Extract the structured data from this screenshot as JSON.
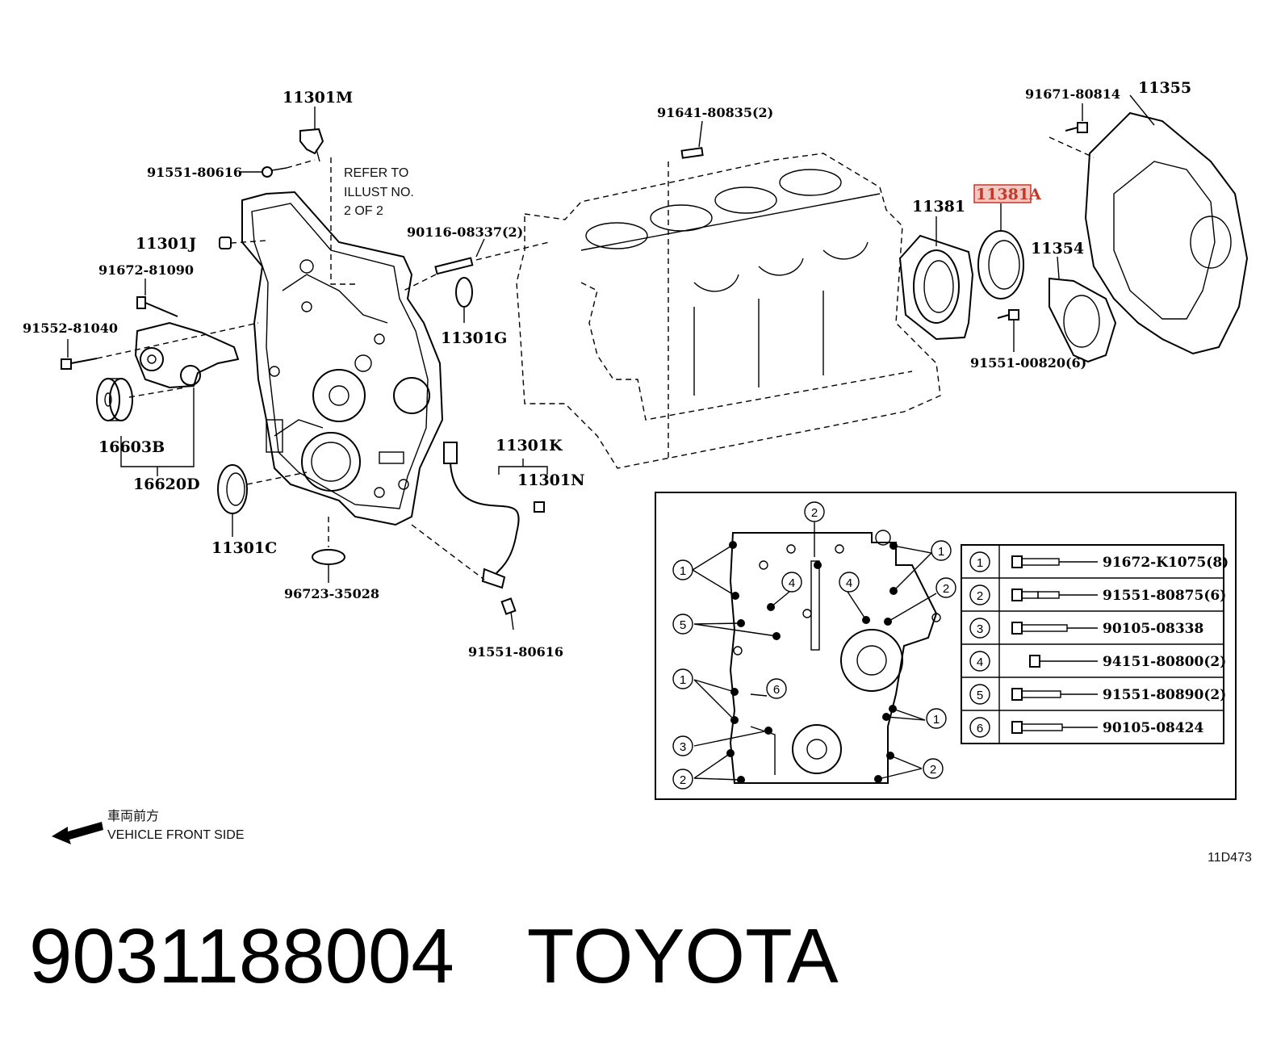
{
  "labels": {
    "p11301M": "11301M",
    "p91551_80616_top": "91551-80616",
    "p11301J": "11301J",
    "p91672_81090": "91672-81090",
    "p91552_81040": "91552-81040",
    "p16603B": "16603B",
    "p16620D": "16620D",
    "p11301C": "11301C",
    "p96723_35028": "96723-35028",
    "p90116_08337": "90116-08337(2)",
    "p11301G": "11301G",
    "p91641_80835": "91641-80835(2)",
    "p11301K": "11301K",
    "p11301N": "11301N",
    "p91551_80616_bot": "91551-80616",
    "p11381": "11381",
    "p11381A": "11381A",
    "p11354": "11354",
    "p91551_00820": "91551-00820(6)",
    "p91671_80814": "91671-80814",
    "p11355": "11355"
  },
  "refer_note": [
    "REFER TO",
    "ILLUST NO.",
    "2 OF 2"
  ],
  "bolt_table": [
    {
      "num": "1",
      "part": "91672-K1075(8)"
    },
    {
      "num": "2",
      "part": "91551-80875(6)"
    },
    {
      "num": "3",
      "part": "90105-08338"
    },
    {
      "num": "4",
      "part": "94151-80800(2)"
    },
    {
      "num": "5",
      "part": "91551-80890(2)"
    },
    {
      "num": "6",
      "part": "90105-08424"
    }
  ],
  "callouts": {
    "c1a": "1",
    "c1b": "1",
    "c1c": "1",
    "c1d": "1",
    "c2a": "2",
    "c2b": "2",
    "c2c": "2",
    "c2d": "2",
    "c3": "3",
    "c4a": "4",
    "c4b": "4",
    "c5": "5",
    "c6": "6"
  },
  "vehicle_front": {
    "jp": "車両前方",
    "en": "VEHICLE FRONT SIDE"
  },
  "diagram_code": "11D473",
  "footer": {
    "part_number": "9031188004",
    "brand": "TOYOTA"
  },
  "colors": {
    "highlight": "#c0392b",
    "highlight_bg": "#f4c6c0"
  }
}
